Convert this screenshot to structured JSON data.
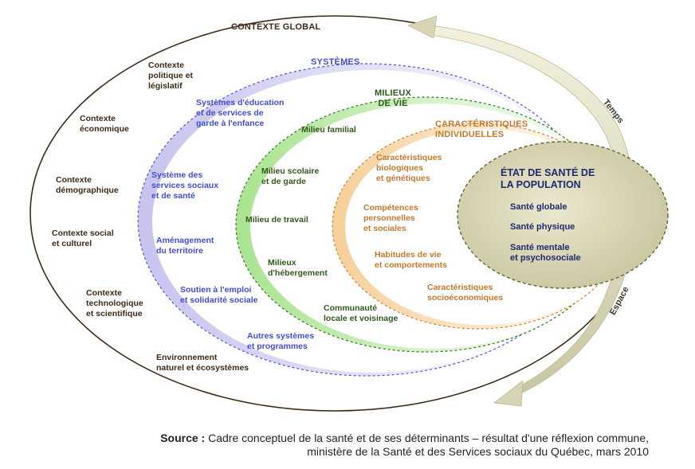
{
  "global": {
    "title": "CONTEXTE GLOBAL",
    "items": [
      "Contexte\npolitique et\nlégislatif",
      "Contexte\néconomique",
      "Contexte\ndémographique",
      "Contexte social\net culturel",
      "Contexte\ntechnologique\net scientifique",
      "Environnement\nnaturel et écosystèmes"
    ]
  },
  "systemes": {
    "title": "SYSTÈMES",
    "items": [
      "Systèmes d'éducation\net de services de\ngarde à l'enfance",
      "Système des\nservices sociaux\net de santé",
      "Aménagement\ndu territoire",
      "Soutien à l'emploi\net solidarité sociale",
      "Autres systèmes\net programmes"
    ]
  },
  "milieux": {
    "title": "MILIEUX\nDE VIE",
    "items": [
      "Milieu familial",
      "Milieu scolaire\net de garde",
      "Milieu de travail",
      "Milieux\nd'hébergement",
      "Communauté\nlocale et voisinage"
    ]
  },
  "caracteristiques": {
    "title": "CARACTÉRISTIQUES\nINDIVIDUELLES",
    "items": [
      "Caractéristiques\nbiologiques\net génétiques",
      "Compétences\npersonnelles\net sociales",
      "Habitudes de vie\net comportements",
      "Caractéristiques\nsocioéconomiques"
    ]
  },
  "etat": {
    "title": "ÉTAT DE SANTÉ DE\nLA POPULATION",
    "items": [
      "Santé globale",
      "Santé physique",
      "Santé mentale\net psychosociale"
    ]
  },
  "arrows": {
    "temps": "Temps",
    "espace": "Espace"
  },
  "source": {
    "label": "Source :",
    "line1": "Cadre conceptuel de la santé et de ses déterminants – résultat d'une réflexion commune,",
    "line2": "ministère de la Santé et des Services sociaux du Québec, mars 2010"
  },
  "colors": {
    "global": "#3e2a15",
    "systemes": "#3f4ed0",
    "milieux": "#2f5a1a",
    "caracteristiques": "#c5772b",
    "etat": "#1f2a6e",
    "etat_fill": "#d9d5b4"
  }
}
